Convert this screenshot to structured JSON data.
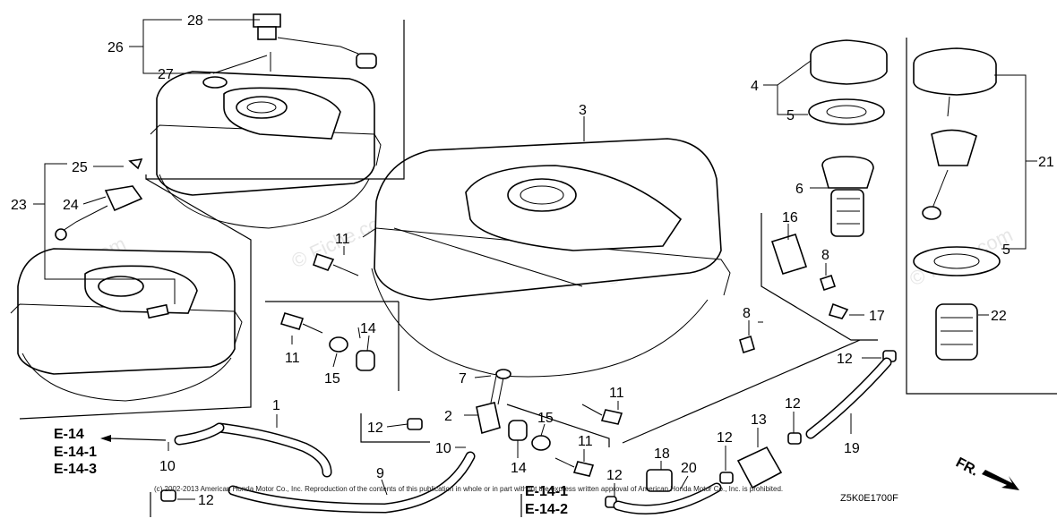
{
  "diagram": {
    "watermark": "© Fiche.com",
    "copyright": "(c) 2002-2013 American Honda Motor Co., Inc. Reproduction of the contents of this publication in whole or in part without the express written approval of American Honda Motor Co., Inc. is prohibited.",
    "diagram_code": "Z5K0E1700F",
    "direction_label": "FR.",
    "refs": {
      "left_line1": "E-14",
      "left_line2": "E-14-1",
      "left_line3": "E-14-3",
      "bottom_line1": "E-14-1",
      "bottom_line2": "E-14-2"
    },
    "callouts": {
      "c1": "1",
      "c2": "2",
      "c3": "3",
      "c4": "4",
      "c5a": "5",
      "c5b": "5",
      "c6": "6",
      "c7": "7",
      "c8a": "8",
      "c8b": "8",
      "c9": "9",
      "c10a": "10",
      "c10b": "10",
      "c11a": "11",
      "c11b": "11",
      "c11c": "11",
      "c11d": "11",
      "c12a": "12",
      "c12b": "12",
      "c12c": "12",
      "c12d": "12",
      "c12e": "12",
      "c12f": "12",
      "c13": "13",
      "c14a": "14",
      "c14b": "14",
      "c15a": "15",
      "c15b": "15",
      "c16": "16",
      "c17": "17",
      "c18": "18",
      "c19": "19",
      "c20": "20",
      "c21": "21",
      "c22": "22",
      "c23": "23",
      "c24": "24",
      "c25": "25",
      "c26": "26",
      "c27": "27",
      "c28": "28"
    }
  }
}
